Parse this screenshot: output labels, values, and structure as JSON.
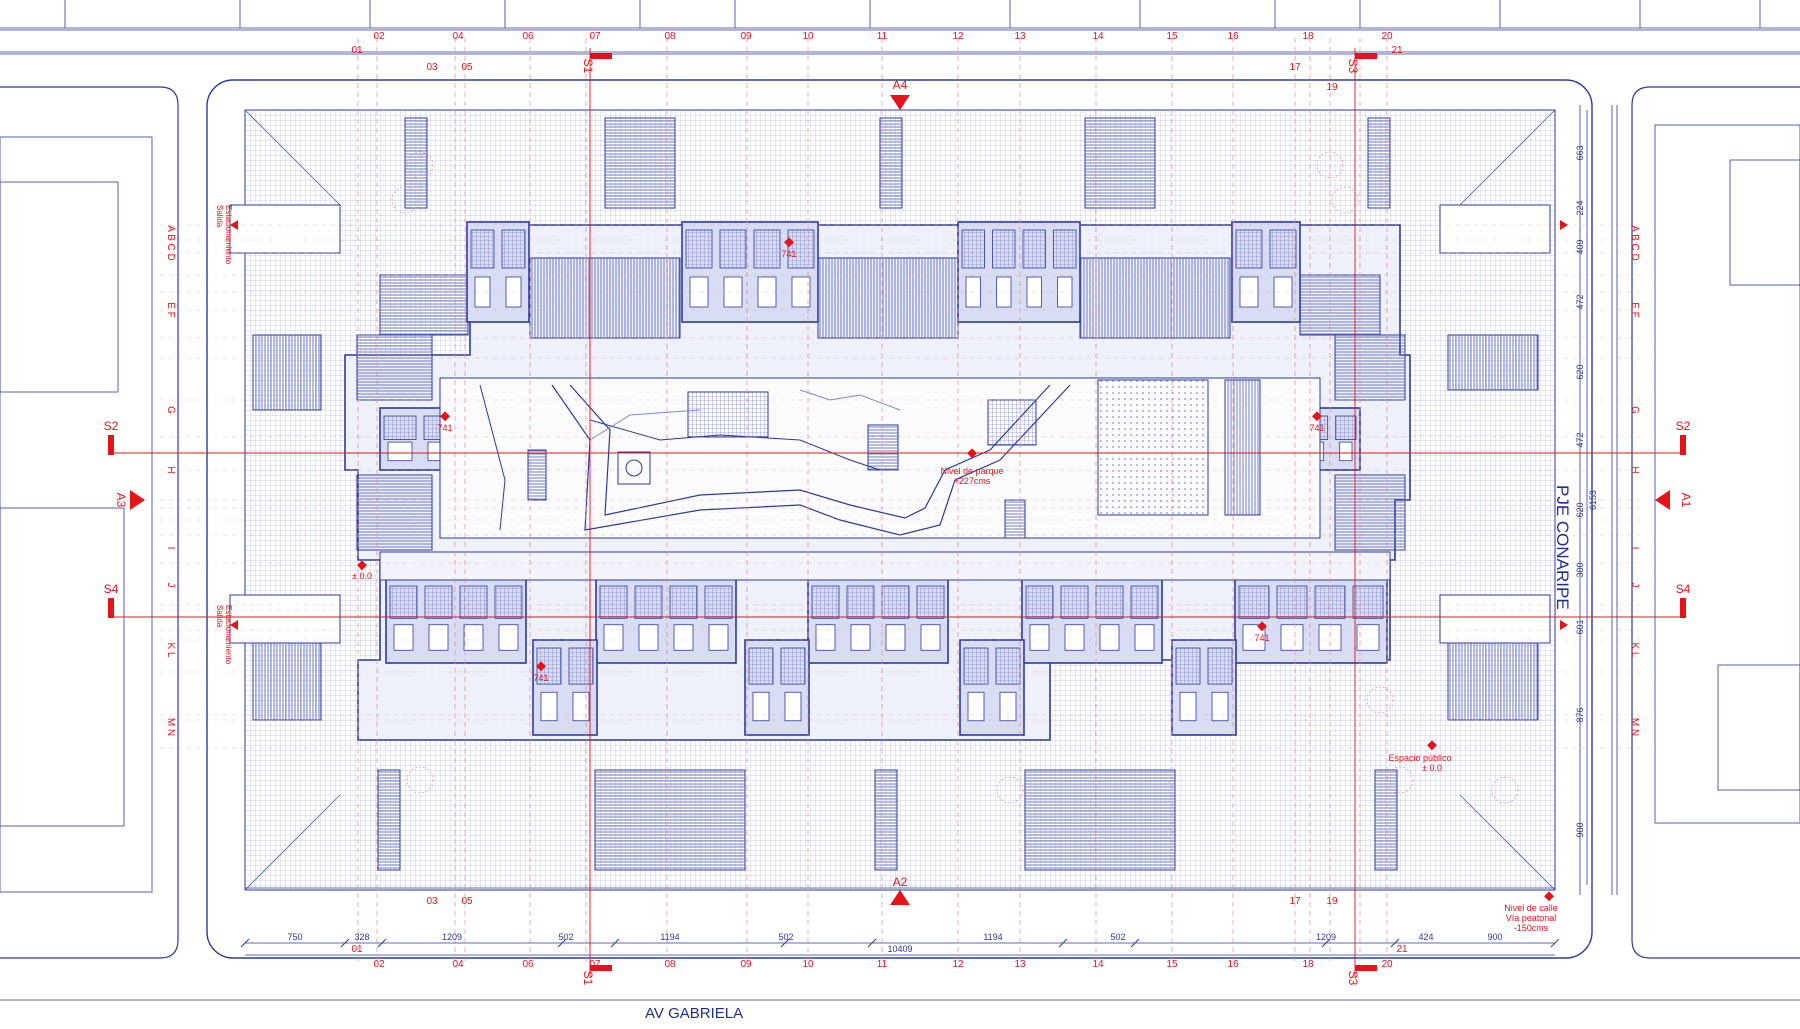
{
  "streets": {
    "bottom": "AV GABRIELA",
    "right": "PJE CONARIPE"
  },
  "grid_cols": {
    "top_row_a": [
      "02",
      "04",
      "06",
      "07",
      "08",
      "09",
      "10",
      "11",
      "12",
      "13",
      "14",
      "15",
      "16",
      "18",
      "20"
    ],
    "top_row_b": [
      "01",
      "21"
    ],
    "top_row_c": [
      "03",
      "05",
      "17"
    ],
    "top_row_d": [
      "19"
    ],
    "bottom_row_a": [
      "01",
      "03",
      "05",
      "17",
      "19"
    ],
    "bottom_row_b": [
      "02",
      "04",
      "06",
      "07",
      "08",
      "09",
      "10",
      "11",
      "12",
      "13",
      "14",
      "15",
      "16",
      "18",
      "20",
      "21"
    ]
  },
  "grid_rows": [
    "A B C D",
    "E F",
    "G",
    "H",
    "I",
    "J",
    "K L",
    "M N"
  ],
  "sections": {
    "s1": "S1",
    "s2": "S2",
    "s3": "S3",
    "s4": "S4",
    "a1": "A1",
    "a2": "A2",
    "a3": "A3",
    "a4": "A4"
  },
  "level_tags": {
    "unit": "741",
    "zero": "± 0.0",
    "park_line1": "Nivel de parque",
    "park_line2": "+227cms",
    "public_line1": "Espacio público",
    "public_line2": "± 0.0",
    "street_line1": "Nivel de calle",
    "street_line2": "Vía peatonal",
    "street_line3": "-150cms"
  },
  "exit_labels": {
    "line1": "Salida",
    "line2": "Estacionamiento"
  },
  "dims_bottom_a": [
    "750",
    "328",
    "1209",
    "502",
    "1194",
    "502",
    "1194",
    "502",
    "1209",
    "424",
    "900"
  ],
  "dims_bottom_total": "10409",
  "dims_right": [
    "663",
    "224",
    "409",
    "472",
    "620",
    "472",
    "620",
    "300",
    "601",
    "876",
    "900"
  ],
  "dims_right_total": "6153",
  "colors": {
    "line": "#2c3b9c",
    "grid": "#8f9ad6",
    "accent": "#e5141b",
    "building_fill": "#d9ddf3",
    "hatch": "#4d5cb8"
  }
}
